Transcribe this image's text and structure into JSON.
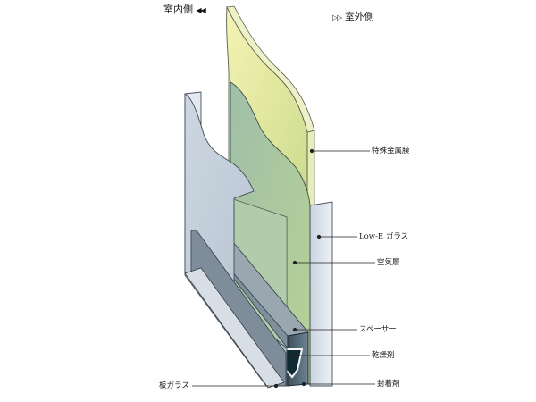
{
  "sides": {
    "indoor": {
      "label": "室内側",
      "arrows": "◀◀"
    },
    "outdoor": {
      "label": "室外側",
      "arrows": "▷▷"
    }
  },
  "labels": {
    "special_metal_film": "特殊金属膜",
    "low_e_glass": "Low-E ガラス",
    "air_layer": "空気層",
    "spacer": "スペーサー",
    "desiccant": "乾燥剤",
    "sheet_glass": "板ガラス",
    "sealant": "封着剤"
  }
}
